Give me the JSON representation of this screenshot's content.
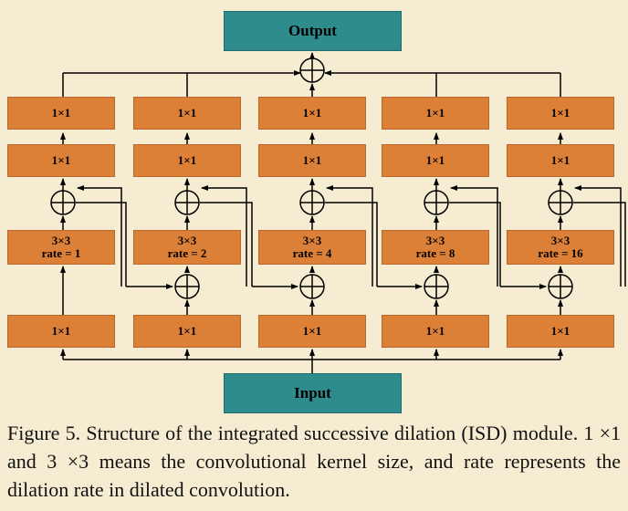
{
  "output_label": "Output",
  "input_label": "Input",
  "columns": [
    {
      "top1": "1×1",
      "top2": "1×1",
      "conv": "3×3",
      "rate": "rate = 1",
      "bottom": "1×1"
    },
    {
      "top1": "1×1",
      "top2": "1×1",
      "conv": "3×3",
      "rate": "rate = 2",
      "bottom": "1×1"
    },
    {
      "top1": "1×1",
      "top2": "1×1",
      "conv": "3×3",
      "rate": "rate = 4",
      "bottom": "1×1"
    },
    {
      "top1": "1×1",
      "top2": "1×1",
      "conv": "3×3",
      "rate": "rate = 8",
      "bottom": "1×1"
    },
    {
      "top1": "1×1",
      "top2": "1×1",
      "conv": "3×3",
      "rate": "rate = 16",
      "bottom": "1×1"
    }
  ],
  "caption": "Figure 5. Structure of the integrated successive dilation (ISD) module. 1 ×1 and 3 ×3 means the convolutional kernel size, and rate represents the dilation rate in dilated convolution.",
  "colors": {
    "block": "#dc7f37",
    "io": "#2e8c8c",
    "background": "#f5ecd1"
  }
}
